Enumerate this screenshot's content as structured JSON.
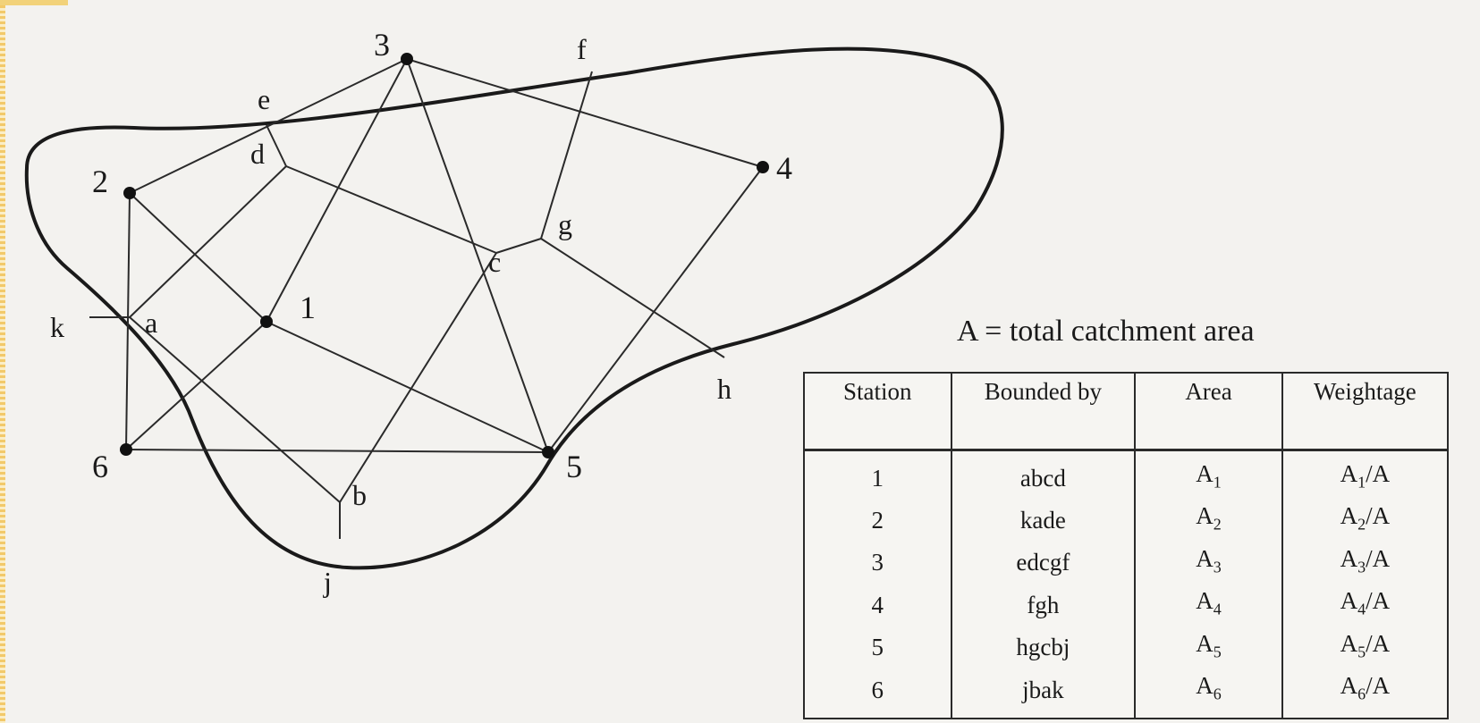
{
  "stations": [
    {
      "label": "3"
    },
    {
      "label": "4"
    },
    {
      "label": "2"
    },
    {
      "label": "1"
    },
    {
      "label": "6"
    },
    {
      "label": "5"
    }
  ],
  "vertices": {
    "f": "f",
    "e": "e",
    "d": "d",
    "g": "g",
    "c": "c",
    "k": "k",
    "a": "a",
    "h": "h",
    "b": "b",
    "j": "j"
  },
  "caption": "A = total catchment area",
  "table": {
    "headers": [
      "Station",
      "Bounded by",
      "Area",
      "Weightage"
    ],
    "rows": [
      {
        "station": "1",
        "bounded": "abcd",
        "area": "A",
        "area_sub": "1",
        "weight": "A",
        "weight_sub": "1",
        "weight_tail": "/A"
      },
      {
        "station": "2",
        "bounded": "kade",
        "area": "A",
        "area_sub": "2",
        "weight": "A",
        "weight_sub": "2",
        "weight_tail": "/A"
      },
      {
        "station": "3",
        "bounded": "edcgf",
        "area": "A",
        "area_sub": "3",
        "weight": "A",
        "weight_sub": "3",
        "weight_tail": "/A"
      },
      {
        "station": "4",
        "bounded": "fgh",
        "area": "A",
        "area_sub": "4",
        "weight": "A",
        "weight_sub": "4",
        "weight_tail": "/A"
      },
      {
        "station": "5",
        "bounded": "hgcbj",
        "area": "A",
        "area_sub": "5",
        "weight": "A",
        "weight_sub": "5",
        "weight_tail": "/A"
      },
      {
        "station": "6",
        "bounded": "jbak",
        "area": "A",
        "area_sub": "6",
        "weight": "A",
        "weight_sub": "6",
        "weight_tail": "/A"
      }
    ]
  }
}
